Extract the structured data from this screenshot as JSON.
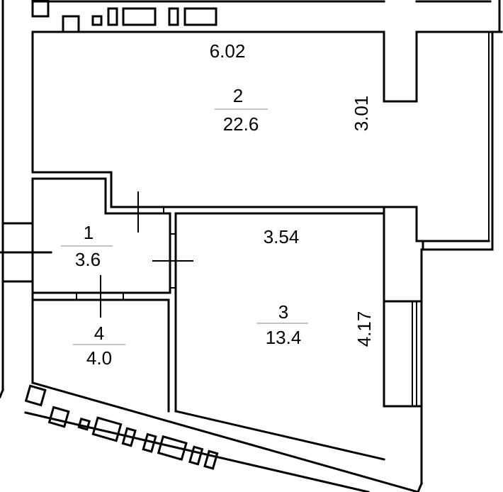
{
  "plan": {
    "rooms": [
      {
        "id": "1",
        "number": "1",
        "area": "3.6"
      },
      {
        "id": "2",
        "number": "2",
        "area": "22.6"
      },
      {
        "id": "3",
        "number": "3",
        "area": "13.4"
      },
      {
        "id": "4",
        "number": "4",
        "area": "4.0"
      }
    ],
    "dimensions": {
      "room2_width": "6.02",
      "room2_depth": "3.01",
      "room3_width": "3.54",
      "room3_depth": "4.17"
    }
  }
}
